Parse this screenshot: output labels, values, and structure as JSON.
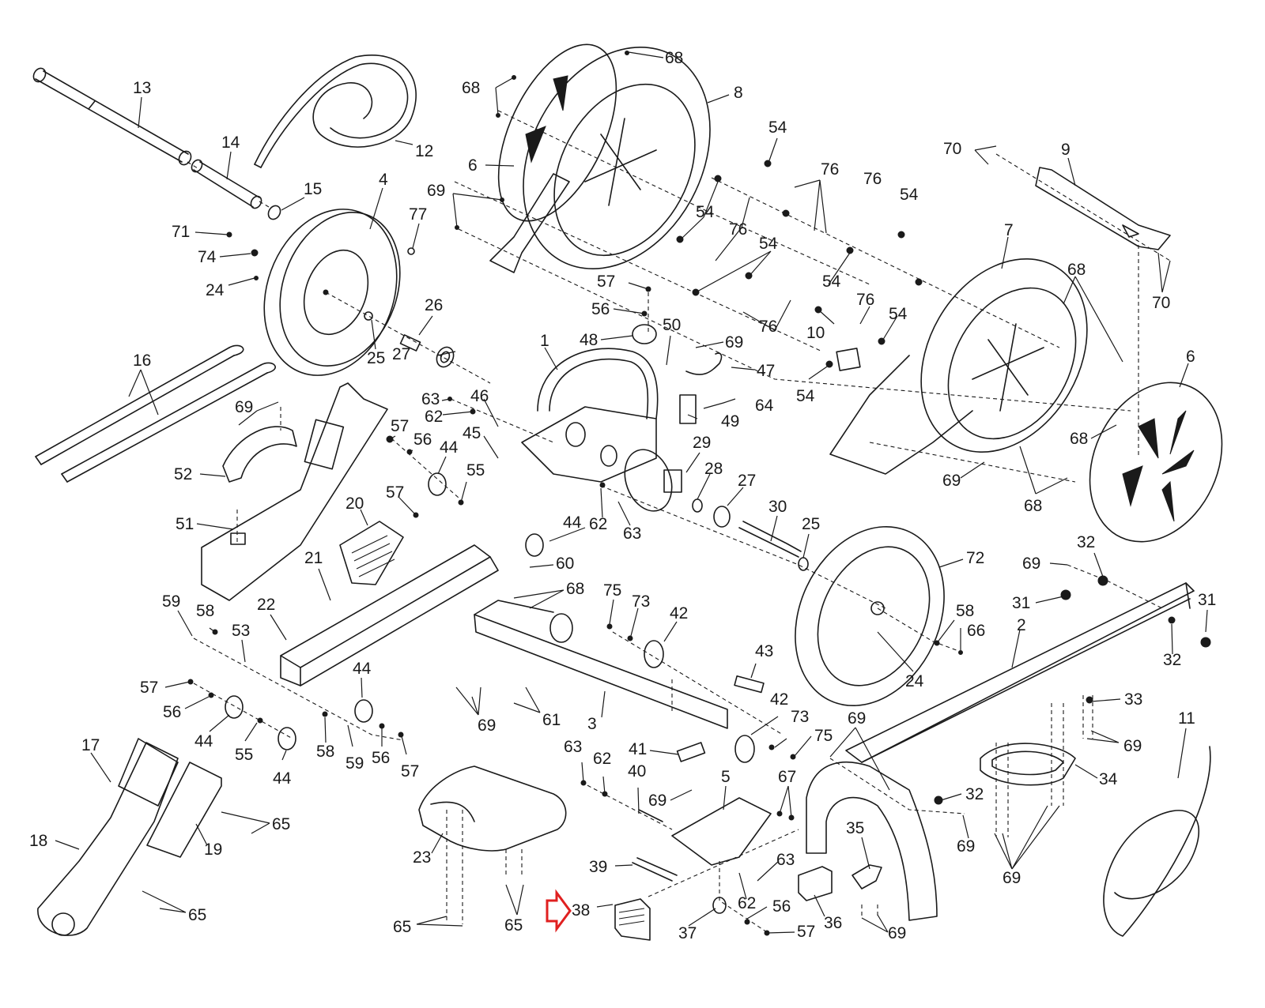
{
  "diagram": {
    "type": "exploded-parts-diagram",
    "highlight": {
      "part": "38",
      "indicator": "red-outline-arrow",
      "color": "#e02020"
    },
    "line_color": "#1a1a1a",
    "background": "#ffffff"
  },
  "callouts": [
    {
      "label": "13"
    },
    {
      "label": "12"
    },
    {
      "label": "14"
    },
    {
      "label": "15"
    },
    {
      "label": "4"
    },
    {
      "label": "77"
    },
    {
      "label": "71"
    },
    {
      "label": "74"
    },
    {
      "label": "24"
    },
    {
      "label": "25"
    },
    {
      "label": "26"
    },
    {
      "label": "27"
    },
    {
      "label": "16"
    },
    {
      "label": "68"
    },
    {
      "label": "68"
    },
    {
      "label": "8"
    },
    {
      "label": "6"
    },
    {
      "label": "69"
    },
    {
      "label": "54"
    },
    {
      "label": "76"
    },
    {
      "label": "54"
    },
    {
      "label": "76"
    },
    {
      "label": "54"
    },
    {
      "label": "76"
    },
    {
      "label": "54"
    },
    {
      "label": "57"
    },
    {
      "label": "56"
    },
    {
      "label": "48"
    },
    {
      "label": "50"
    },
    {
      "label": "69"
    },
    {
      "label": "1"
    },
    {
      "label": "47"
    },
    {
      "label": "76"
    },
    {
      "label": "54"
    },
    {
      "label": "10"
    },
    {
      "label": "54"
    },
    {
      "label": "76"
    },
    {
      "label": "54"
    },
    {
      "label": "70"
    },
    {
      "label": "9"
    },
    {
      "label": "7"
    },
    {
      "label": "68"
    },
    {
      "label": "70"
    },
    {
      "label": "6"
    },
    {
      "label": "68"
    },
    {
      "label": "69"
    },
    {
      "label": "68"
    },
    {
      "label": "63"
    },
    {
      "label": "46"
    },
    {
      "label": "62"
    },
    {
      "label": "64"
    },
    {
      "label": "49"
    },
    {
      "label": "69"
    },
    {
      "label": "52"
    },
    {
      "label": "57"
    },
    {
      "label": "56"
    },
    {
      "label": "44"
    },
    {
      "label": "45"
    },
    {
      "label": "55"
    },
    {
      "label": "29"
    },
    {
      "label": "28"
    },
    {
      "label": "27"
    },
    {
      "label": "51"
    },
    {
      "label": "57"
    },
    {
      "label": "20"
    },
    {
      "label": "44"
    },
    {
      "label": "62"
    },
    {
      "label": "63"
    },
    {
      "label": "30"
    },
    {
      "label": "25"
    },
    {
      "label": "21"
    },
    {
      "label": "60"
    },
    {
      "label": "68"
    },
    {
      "label": "72"
    },
    {
      "label": "32"
    },
    {
      "label": "69"
    },
    {
      "label": "59"
    },
    {
      "label": "58"
    },
    {
      "label": "22"
    },
    {
      "label": "75"
    },
    {
      "label": "73"
    },
    {
      "label": "42"
    },
    {
      "label": "31"
    },
    {
      "label": "31"
    },
    {
      "label": "53"
    },
    {
      "label": "58"
    },
    {
      "label": "66"
    },
    {
      "label": "2"
    },
    {
      "label": "24"
    },
    {
      "label": "32"
    },
    {
      "label": "57"
    },
    {
      "label": "56"
    },
    {
      "label": "44"
    },
    {
      "label": "43"
    },
    {
      "label": "69"
    },
    {
      "label": "61"
    },
    {
      "label": "3"
    },
    {
      "label": "33"
    },
    {
      "label": "44"
    },
    {
      "label": "55"
    },
    {
      "label": "44"
    },
    {
      "label": "58"
    },
    {
      "label": "59"
    },
    {
      "label": "56"
    },
    {
      "label": "57"
    },
    {
      "label": "42"
    },
    {
      "label": "73"
    },
    {
      "label": "75"
    },
    {
      "label": "69"
    },
    {
      "label": "69"
    },
    {
      "label": "11"
    },
    {
      "label": "17"
    },
    {
      "label": "63"
    },
    {
      "label": "62"
    },
    {
      "label": "40"
    },
    {
      "label": "41"
    },
    {
      "label": "69"
    },
    {
      "label": "5"
    },
    {
      "label": "67"
    },
    {
      "label": "32"
    },
    {
      "label": "34"
    },
    {
      "label": "65"
    },
    {
      "label": "19"
    },
    {
      "label": "18"
    },
    {
      "label": "23"
    },
    {
      "label": "39"
    },
    {
      "label": "63"
    },
    {
      "label": "69"
    },
    {
      "label": "35"
    },
    {
      "label": "38"
    },
    {
      "label": "62"
    },
    {
      "label": "56"
    },
    {
      "label": "65"
    },
    {
      "label": "65"
    },
    {
      "label": "65"
    },
    {
      "label": "37"
    },
    {
      "label": "57"
    },
    {
      "label": "36"
    },
    {
      "label": "69"
    },
    {
      "label": "69"
    }
  ]
}
